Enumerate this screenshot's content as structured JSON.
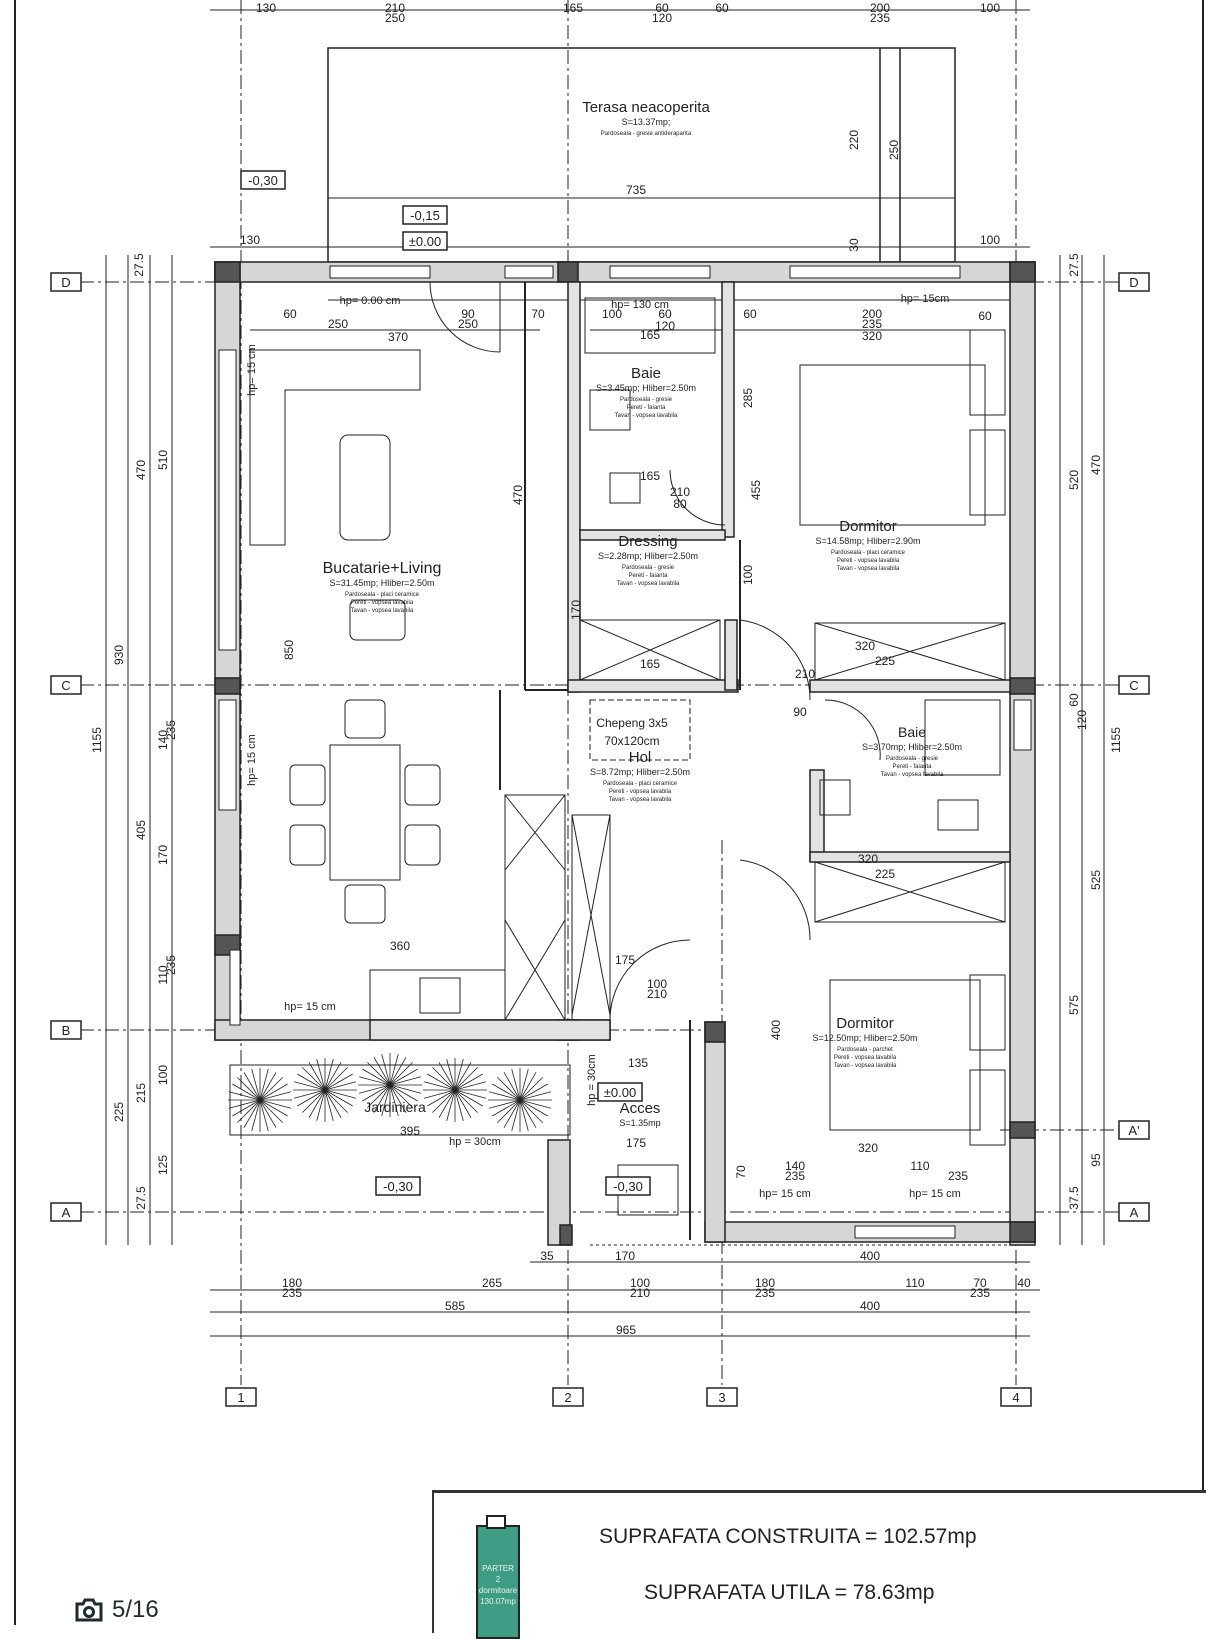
{
  "viewer": {
    "counter": "5/16",
    "icon": "camera-icon"
  },
  "plan": {
    "rooms": [
      {
        "name": "Terasa neacoperita",
        "area": "S=13.37mp;",
        "finishes": [
          "Pardoseala - gresie antiderapanta"
        ]
      },
      {
        "name": "Baie",
        "area": "S=3.45mp; Hliber=2.50m",
        "finishes": [
          "Pardoseala - gresie",
          "Pereti - faianta",
          "Tavan - vopsea lavabila"
        ]
      },
      {
        "name": "Dressing",
        "area": "S=2.28mp; Hliber=2.50m",
        "finishes": [
          "Pardoseala - gresie",
          "Pereti - faianta",
          "Tavan - vopsea lavabila"
        ]
      },
      {
        "name": "Dormitor",
        "area": "S=14.58mp; Hliber=2.90m",
        "finishes": [
          "Pardoseala - placi ceramice",
          "Pereti - vopsea lavabila",
          "Tavan - vopsea lavabila"
        ]
      },
      {
        "name": "Bucatarie+Living",
        "area": "S=31.45mp; Hliber=2.50m",
        "finishes": [
          "Pardoseala - placi ceramice",
          "Pereti - vopsea lavabila",
          "Tavan - vopsea lavabila"
        ]
      },
      {
        "name": "Hol",
        "area": "S=8.72mp; Hliber=2.50m",
        "finishes": [
          "Pardoseala - placi ceramice",
          "Pereti - vopsea lavabila",
          "Tavan - vopsea lavabila"
        ]
      },
      {
        "name": "Baie",
        "area": "S=3.70mp; Hliber=2.50m",
        "finishes": [
          "Pardoseala - gresie",
          "Pereti - faianta",
          "Tavan - vopsea lavabila"
        ]
      },
      {
        "name": "Dormitor",
        "area": "S=12.50mp; Hliber=2.50m",
        "finishes": [
          "Pardoseala - parchet",
          "Pereti - vopsea lavabila",
          "Tavan - vopsea lavabila"
        ]
      },
      {
        "name": "Acces",
        "area": "S=1.35mp",
        "finishes": []
      },
      {
        "name": "Jardiniera",
        "area": "",
        "finishes": []
      }
    ],
    "hatch": {
      "label": "Chepeng 3x5",
      "size": "70x120cm"
    },
    "levels": [
      "-0,30",
      "-0,15",
      "±0.00",
      "-0,30",
      "-0,30",
      "±0.00"
    ],
    "hp_notes": [
      "hp= 0.00 cm",
      "hp= 130 cm",
      "hp= 15cm",
      "hp= 15 cm",
      "hp= 15 cm",
      "hp= 15 cm",
      "hp = 30cm",
      "hp = 30cm",
      "hp= 15 cm",
      "hp= 15 cm"
    ],
    "axes": {
      "rows": [
        "D",
        "C",
        "B",
        "A'",
        "A"
      ],
      "cols": [
        "1",
        "2",
        "3",
        "4"
      ]
    },
    "dimensions": {
      "top": [
        "130",
        "210",
        "250",
        "165",
        "60",
        "120",
        "60",
        "200",
        "235",
        "100"
      ],
      "terrace": [
        "735",
        "220",
        "250",
        "30",
        "130",
        "100"
      ],
      "interior": [
        "60",
        "250",
        "370",
        "90",
        "250",
        "70",
        "100",
        "60",
        "165",
        "120",
        "60",
        "200",
        "235",
        "320",
        "60",
        "470",
        "285",
        "455",
        "165",
        "210",
        "80",
        "100",
        "170",
        "165",
        "320",
        "225",
        "210",
        "90",
        "360",
        "175",
        "100",
        "210",
        "320",
        "225",
        "400",
        "135",
        "395",
        "320",
        "110",
        "140",
        "235",
        "70",
        "235",
        "175"
      ],
      "bottom": [
        "35",
        "170",
        "400",
        "180",
        "235",
        "265",
        "100",
        "210",
        "180",
        "235",
        "110",
        "70",
        "235",
        "40",
        "585",
        "400",
        "965"
      ],
      "left": [
        "27.5",
        "470",
        "510",
        "930",
        "1155",
        "850",
        "140",
        "235",
        "405",
        "170",
        "110",
        "235",
        "100",
        "215",
        "225",
        "125",
        "27.5"
      ],
      "right": [
        "27.5",
        "470",
        "520",
        "1155",
        "60",
        "120",
        "525",
        "575",
        "95",
        "37.5"
      ]
    }
  },
  "legend": {
    "thumb_lines": [
      "PARTER",
      "2 dormitoare",
      "130.07mp"
    ],
    "built_area": "SUPRAFATA CONSTRUITA = 102.57mp",
    "usable_area": "SUPRAFATA UTILA = 78.63mp"
  }
}
